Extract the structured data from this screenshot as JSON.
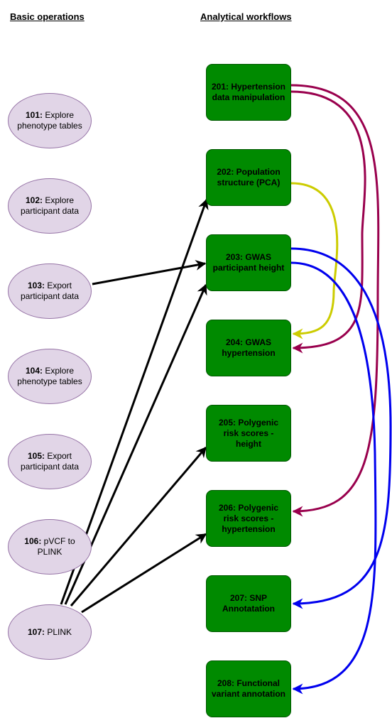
{
  "headings": {
    "basic": "Basic operations",
    "workflows": "Analytical workflows"
  },
  "basic_operations": [
    {
      "id": "101:",
      "label": " Explore phenotype tables"
    },
    {
      "id": "102:",
      "label": " Explore participant data"
    },
    {
      "id": "103:",
      "label": " Export participant data"
    },
    {
      "id": "104:",
      "label": " Explore phenotype tables"
    },
    {
      "id": "105:",
      "label": " Export participant data"
    },
    {
      "id": "106:",
      "label": " pVCF to PLINK"
    },
    {
      "id": "107:",
      "label": " PLINK"
    }
  ],
  "workflows": [
    {
      "label": "201: Hypertension data manipulation"
    },
    {
      "label": "202: Population structure (PCA)"
    },
    {
      "label": "203: GWAS participant height"
    },
    {
      "label": "204: GWAS hypertension"
    },
    {
      "label": "205: Polygenic risk scores - height"
    },
    {
      "label": "206: Polygenic risk scores - hypertension"
    },
    {
      "label": "207: SNP Annotatation"
    },
    {
      "label": "208: Functional variant annotation"
    }
  ],
  "colors": {
    "op_fill": "#e1d5e7",
    "op_border": "#9673a6",
    "workflow_fill": "#008a00",
    "workflow_border": "#005700",
    "edge_black": "#000000",
    "edge_crimson": "#99004d",
    "edge_yellow": "#cccc00",
    "edge_blue": "#0000ee"
  }
}
